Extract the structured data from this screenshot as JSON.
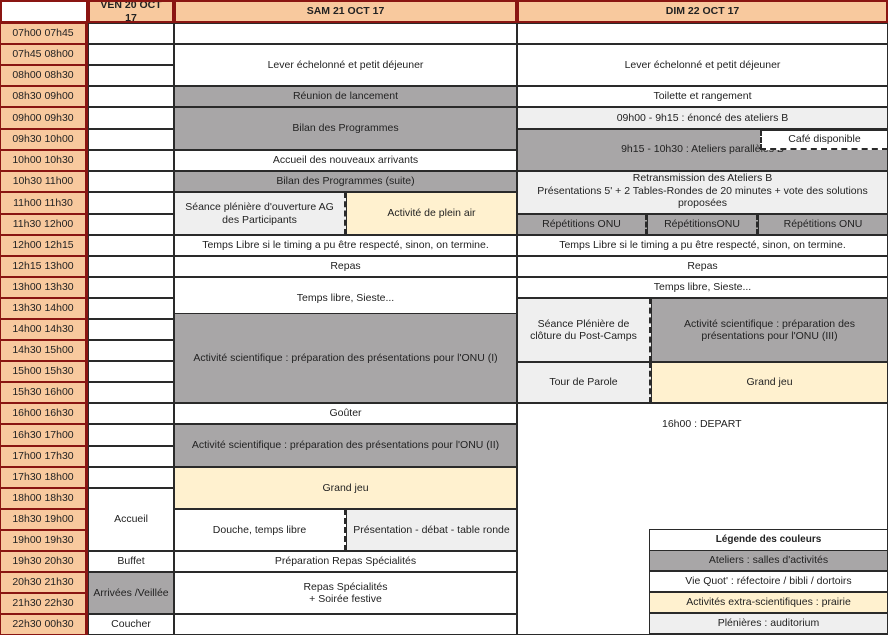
{
  "headers": {
    "ven": "VEN 20 OCT 17",
    "sam": "SAM 21 OCT 17",
    "dim": "DIM 22 OCT 17"
  },
  "times": [
    "07h00 07h45",
    "07h45 08h00",
    "08h00 08h30",
    "08h30 09h00",
    "09h00 09h30",
    "09h30 10h00",
    "10h00 10h30",
    "10h30 11h00",
    "11h00 11h30",
    "11h30 12h00",
    "12h00 12h15",
    "12h15 13h00",
    "13h00 13h30",
    "13h30 14h00",
    "14h00 14h30",
    "14h30 15h00",
    "15h00 15h30",
    "15h30 16h00",
    "16h00 16h30",
    "16h30 17h00",
    "17h00 17h30",
    "17h30 18h00",
    "18h00 18h30",
    "18h30 19h00",
    "19h00 19h30",
    "19h30 20h30",
    "20h30 21h30",
    "21h30 22h30",
    "22h30 00h30"
  ],
  "ven": {
    "accueil": "Accueil",
    "buffet": "Buffet",
    "arrivees": "Arrivées /Veillée",
    "coucher": "Coucher"
  },
  "sam": {
    "lever": "Lever échelonné et petit déjeuner",
    "reunion": "Réunion de lancement",
    "bilan": "Bilan des Programmes",
    "accueil_arrivants": "Accueil des nouveaux arrivants",
    "bilan_suite": "Bilan des Programmes (suite)",
    "pleniere": "Séance plénière d'ouverture AG des Participants",
    "plein_air": "Activité de plein air",
    "temps_libre_timing": "Temps Libre si le timing a pu être respecté, sinon, on termine.",
    "repas": "Repas",
    "temps_libre_sieste": "Temps libre, Sieste...",
    "activite_onu_1": "Activité scientifique : préparation des présentations pour l'ONU (I)",
    "gouter": "Goûter",
    "activite_onu_2": "Activité scientifique : préparation des présentations pour l'ONU (II)",
    "grand_jeu": "Grand jeu",
    "douche": "Douche, temps libre",
    "presentation_debat": "Présentation - débat - table ronde",
    "prep_repas": "Préparation Repas Spécialités",
    "repas_specialites": "Repas Spécialités\n+ Soirée festive"
  },
  "dim": {
    "lever": "Lever échelonné et petit déjeuner",
    "toilette": "Toilette et rangement",
    "enonce": "09h00 - 9h15 : énoncé des ateliers B",
    "cafe": "Café disponible",
    "ateliers": "9h15 - 10h30 : Ateliers parallèles B",
    "retransmission": "Retransmission des Ateliers B\nPrésentations 5' + 2 Tables-Rondes de 20 minutes + vote des solutions proposées",
    "repetitions": [
      "Répétitions  ONU",
      "RépétitionsONU",
      "Répétitions ONU"
    ],
    "temps_libre_timing": "Temps Libre si le timing a pu être respecté, sinon, on termine.",
    "repas": "Repas",
    "temps_libre_sieste": "Temps libre, Sieste...",
    "seance_cloture": "Séance Plénière de clôture du Post-Camps",
    "activite_onu_3": "Activité scientifique : préparation des présentations pour l'ONU (III)",
    "tour_parole": "Tour de Parole",
    "grand_jeu": "Grand jeu",
    "depart": "16h00 : DEPART"
  },
  "legend": {
    "title": "Légende des couleurs",
    "items": [
      {
        "label": "Ateliers : salles d'activités",
        "color": "#a8a6a7"
      },
      {
        "label": "Vie Quot' : réfectoire / bibli / dortoirs",
        "color": "#ffffff"
      },
      {
        "label": "Activités extra-scientifiques : prairie",
        "color": "#fff1cf"
      },
      {
        "label": "Plénières : auditorium",
        "color": "#efefef"
      }
    ]
  }
}
